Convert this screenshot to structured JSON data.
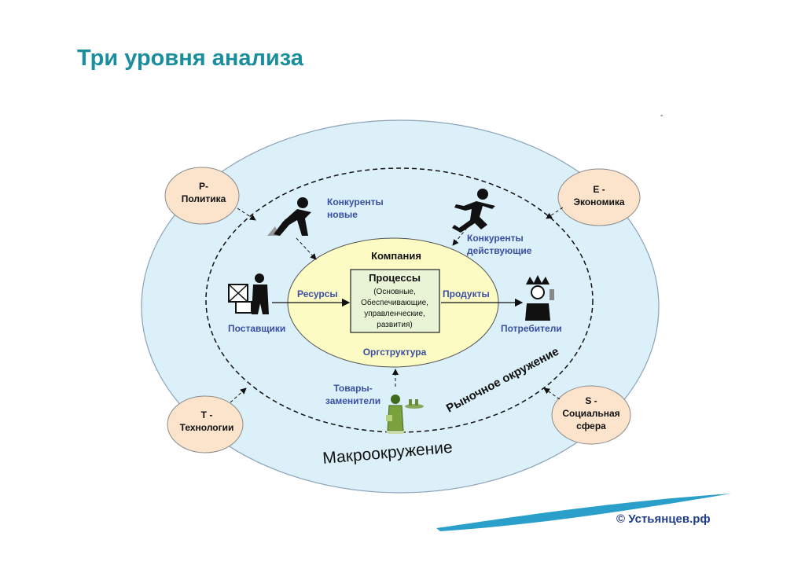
{
  "slide_title": "Три уровня анализа",
  "corner_mark": "-",
  "outer_nodes": {
    "politics": {
      "line1": "P-",
      "line2": "Политика"
    },
    "economy": {
      "line1": "E -",
      "line2": "Экономика"
    },
    "technology": {
      "line1": "T -",
      "line2": "Технологии"
    },
    "social": {
      "line1": "S -",
      "line2": "Социальная",
      "line3": "сфера"
    }
  },
  "rings": {
    "macro_label": "Макроокружение",
    "market_label": "Рыночное окружение"
  },
  "company": {
    "title": "Компания",
    "processes_title": "Процессы",
    "processes_lines": [
      "(Основные,",
      "Обеспечивающие,",
      "управленческие,",
      "развития)"
    ],
    "org_structure": "Оргструктура",
    "resources": "Ресурсы",
    "products": "Продукты"
  },
  "market_actors": {
    "new_competitors": {
      "line1": "Конкуренты",
      "line2": "новые"
    },
    "current_competitors": {
      "line1": "Конкуренты",
      "line2": "действующие"
    },
    "suppliers": "Поставщики",
    "consumers": "Потребители",
    "substitutes": {
      "line1": "Товары-",
      "line2": "заменители"
    }
  },
  "icons": [
    "runner-start-icon",
    "sprinter-icon",
    "supplier-boxes-icon",
    "king-consumer-icon",
    "waiter-icon"
  ],
  "colors": {
    "title": "#1a8e9c",
    "outer_ellipse": "#dcf0fa",
    "company_ellipse": "#fdfbc4",
    "outer_nodes": "#fbe3cc",
    "process_box": "#e8f4d5",
    "blue_labels": "#3a4fa3",
    "swoosh": "#2a9fc9"
  },
  "copyright": "© Устьянцев.рф"
}
